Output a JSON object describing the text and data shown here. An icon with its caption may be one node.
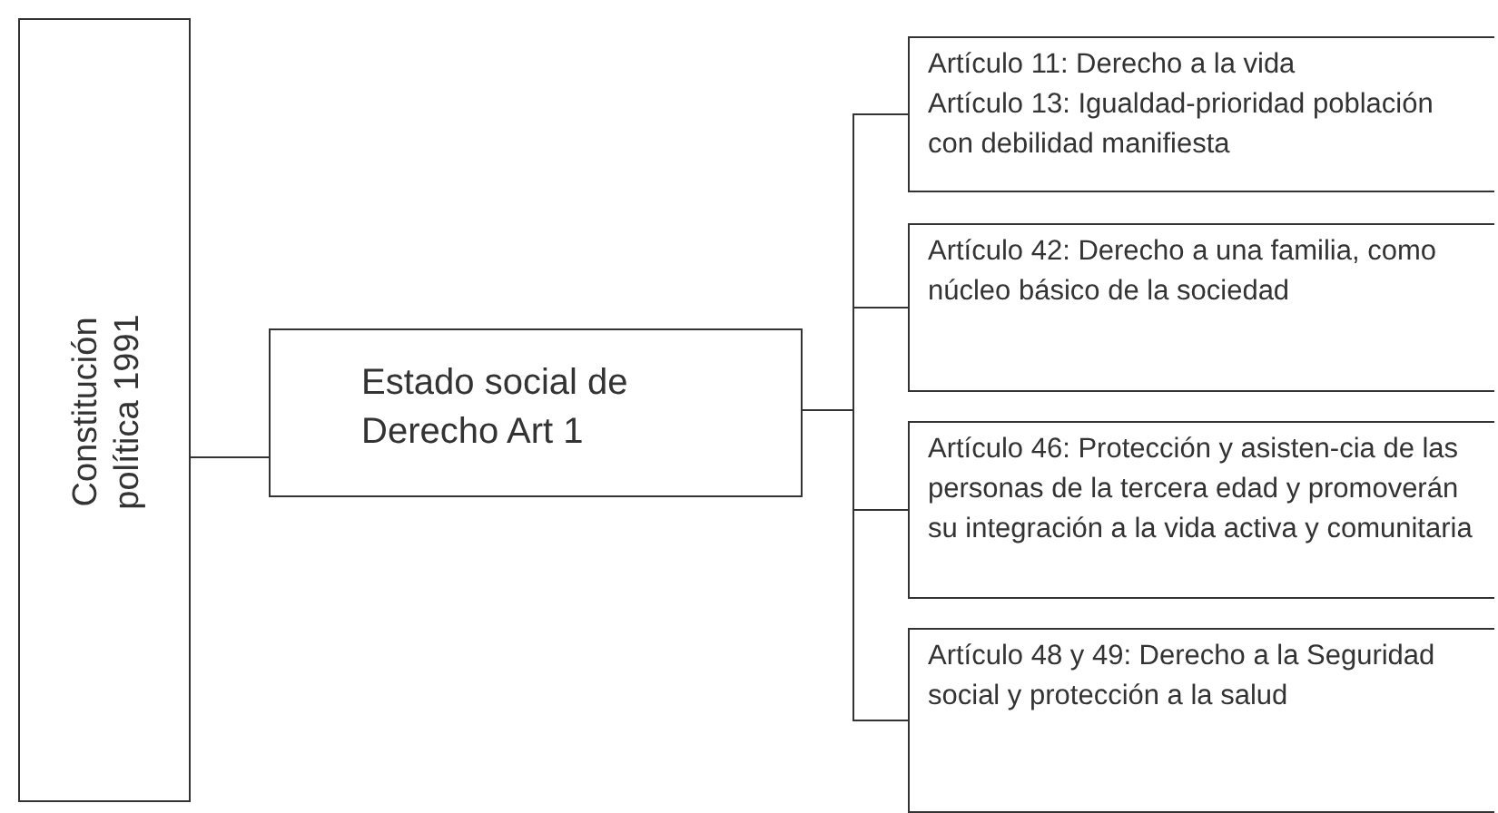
{
  "diagram": {
    "nodes": [
      {
        "text": [
          "Constitución política 1991"
        ]
      },
      {
        "text": [
          "Estado social de Derecho Art 1"
        ]
      },
      {
        "text": [
          "Artículo 11: Derecho a la vida",
          "Artículo 13: Igualdad-prioridad población con debilidad manifiesta"
        ]
      },
      {
        "text": [
          "Artículo 42: Derecho a una familia, como núcleo básico de la sociedad"
        ]
      },
      {
        "text": [
          "Artículo 46: Protección y asisten-cia de las personas de la tercera edad y promoverán su integración a la vida activa y comunitaria"
        ]
      },
      {
        "text": [
          "Artículo 48 y 49: Derecho a la Seguridad social y protección a la salud"
        ]
      }
    ],
    "edges": [
      {
        "from": 0,
        "to": 1,
        "arrow": "none"
      },
      {
        "from": 1,
        "to": 2,
        "arrow": "none"
      },
      {
        "from": 1,
        "to": 3,
        "arrow": "none"
      },
      {
        "from": 1,
        "to": 4,
        "arrow": "none"
      },
      {
        "from": 1,
        "to": 5,
        "arrow": "none"
      }
    ]
  }
}
